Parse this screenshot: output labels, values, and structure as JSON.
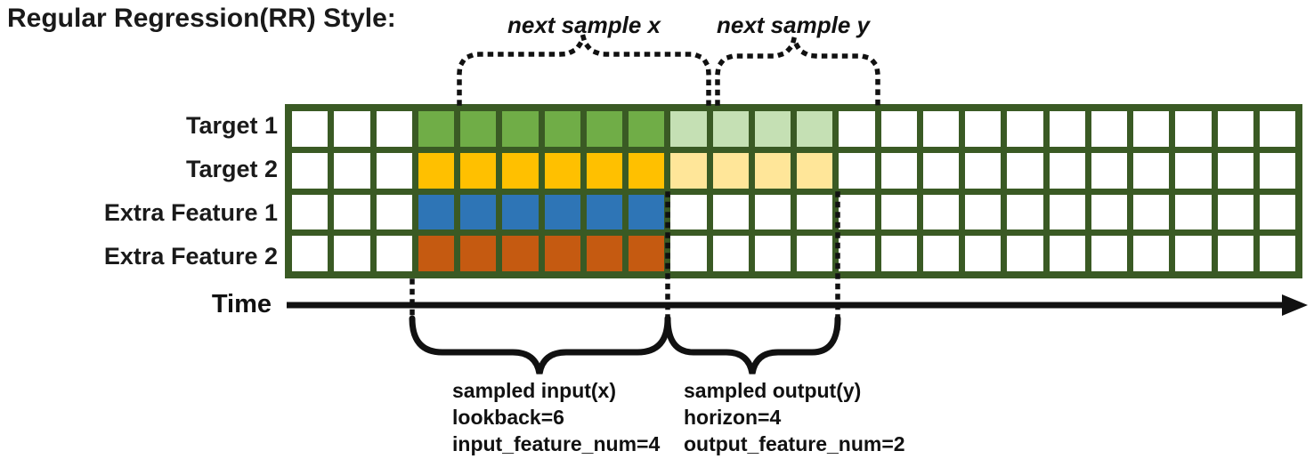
{
  "title": "Regular Regression(RR) Style:",
  "rows": [
    {
      "label": "Target 1",
      "input_color": "#70AD47",
      "output_color": "#C5E0B4"
    },
    {
      "label": "Target 2",
      "input_color": "#FFC000",
      "output_color": "#FFE699"
    },
    {
      "label": "Extra Feature 1",
      "input_color": "#2E75B6",
      "output_color": null
    },
    {
      "label": "Extra Feature 2",
      "input_color": "#C55A11",
      "output_color": null
    }
  ],
  "grid": {
    "total_columns": 24,
    "lead_white_columns": 3,
    "lookback_columns": 6,
    "horizon_columns": 4,
    "border_color": "#3A5A24",
    "empty_cell_color": "#FFFFFF"
  },
  "annotations": {
    "next_sample_x": "next sample x",
    "next_sample_y": "next sample y",
    "time_label": "Time",
    "input_block": {
      "line1": "sampled input(x)",
      "line2": "lookback=6",
      "line3": "input_feature_num=4"
    },
    "output_block": {
      "line1": "sampled output(y)",
      "line2": "horizon=4",
      "line3": "output_feature_num=2"
    }
  }
}
